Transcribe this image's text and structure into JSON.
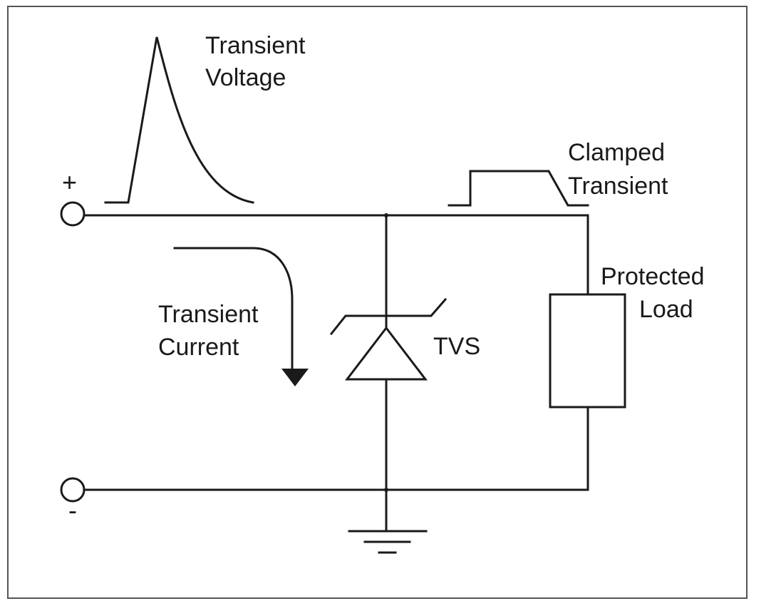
{
  "labels": {
    "transient_voltage_line1": "Transient",
    "transient_voltage_line2": "Voltage",
    "clamped_transient_line1": "Clamped",
    "clamped_transient_line2": "Transient",
    "protected_load_line1": "Protected",
    "protected_load_line2": "Load",
    "transient_current_line1": "Transient",
    "transient_current_line2": "Current",
    "tvs": "TVS",
    "plus_terminal": "+",
    "minus_terminal": "-"
  },
  "colors": {
    "stroke": "#1a1a1a",
    "frame": "#555555",
    "background": "#ffffff"
  }
}
